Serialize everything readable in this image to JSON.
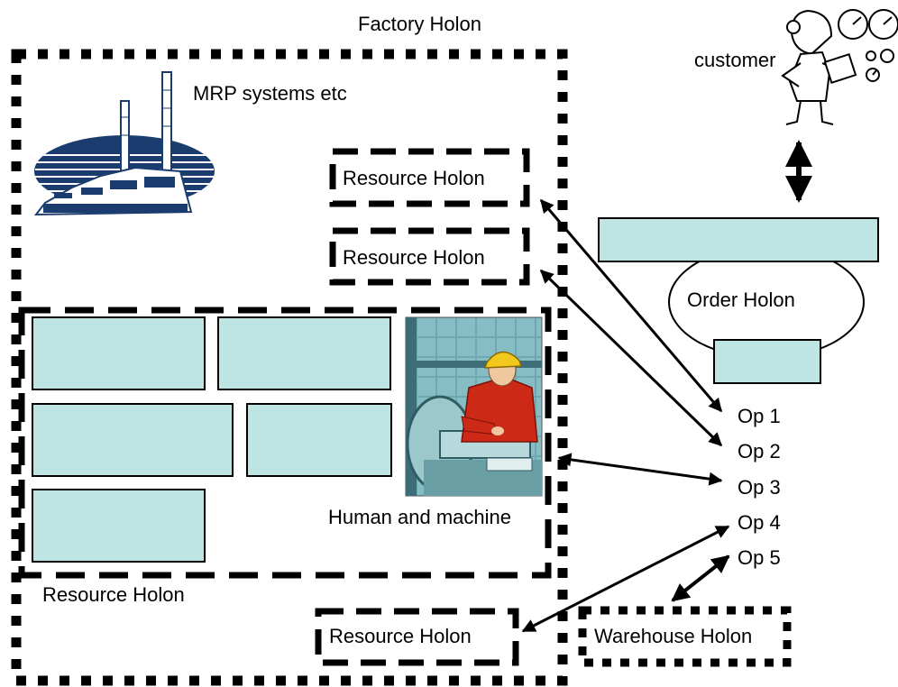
{
  "diagram": {
    "factory_holon": "Factory Holon",
    "mrp_systems": "MRP systems etc",
    "customer": "customer",
    "resource_holon_top": "Resource Holon",
    "resource_holon_mid": "Resource Holon",
    "resource_holon_large": "Resource Holon",
    "resource_holon_bottom": "Resource Holon",
    "order_holon": "Order Holon",
    "human_and_machine": "Human and machine",
    "warehouse_holon": "Warehouse Holon",
    "ops": [
      "Op 1",
      "Op 2",
      "Op 3",
      "Op 4",
      "Op 5"
    ]
  },
  "colors": {
    "box_fill": "#bfe4e4",
    "stroke": "#000000",
    "photo_background": "#7fb6bd",
    "worker_shirt": "#cc2a16",
    "helmet": "#f2c81c"
  },
  "icons": [
    "factory-icon",
    "customer-icon",
    "gauge-icons",
    "worker-machine-photo"
  ]
}
